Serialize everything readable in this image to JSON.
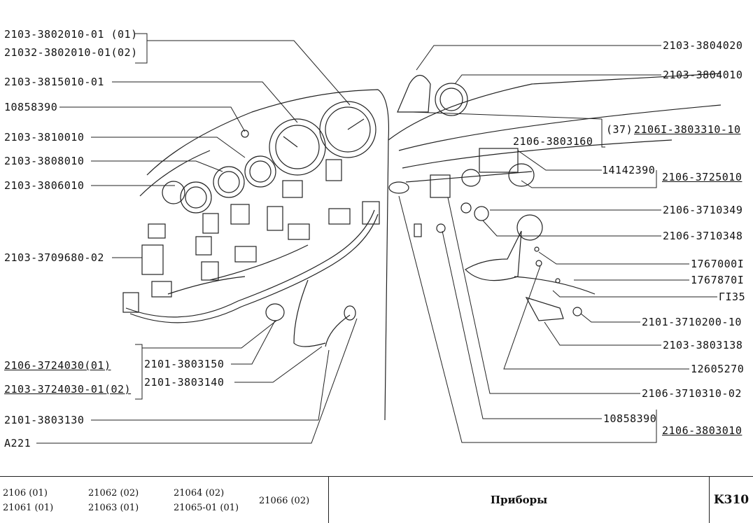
{
  "labels_left": [
    "2103-3802010-01 (01)",
    "21032-3802010-01(02)",
    "2103-3815010-01",
    "10858390",
    "2103-3810010",
    "2103-3808010",
    "2103-3806010",
    "2103-3709680-02",
    "2106-3724030(01)",
    "2103-3724030-01(02)",
    "2101-3803150",
    "2101-3803140",
    "2101-3803130",
    "A221"
  ],
  "labels_right": [
    "2103-3804020",
    "2103-3804010",
    "(37)",
    "2106I-3803310-10",
    "2106-3803160",
    "14142390",
    "2106-3725010",
    "2106-3710349",
    "2106-3710348",
    "1767000I",
    "1767870I",
    "ГI35",
    "2101-3710200-10",
    "2103-3803138",
    "12605270",
    "2106-3710310-02",
    "10858390",
    "2106-3803010"
  ],
  "footer": {
    "models": [
      "2106 (01)",
      "21061 (01)",
      "21062 (02)",
      "21063 (01)",
      "21064 (02)",
      "21065-01 (01)",
      "21066 (02)"
    ],
    "title": "Приборы",
    "code": "K310"
  }
}
